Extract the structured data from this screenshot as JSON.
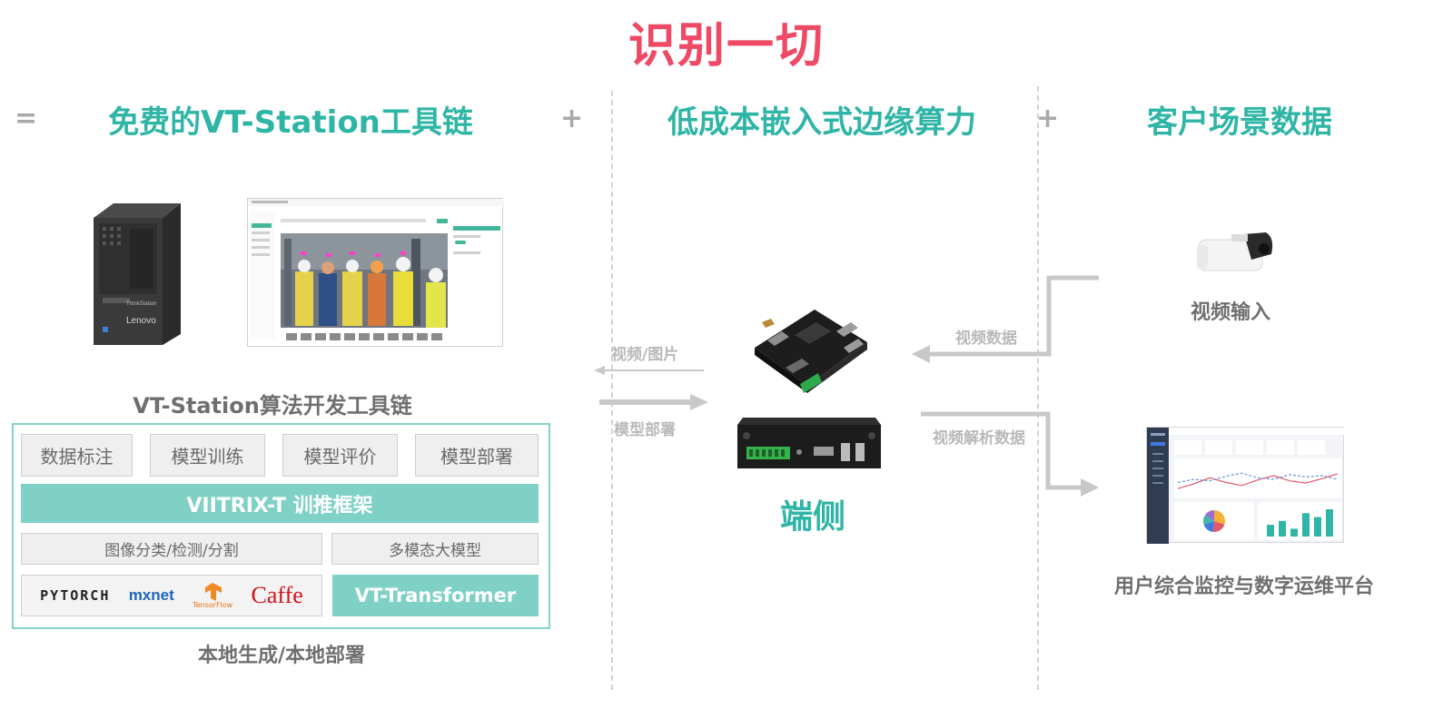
{
  "title": "识别一切",
  "symbols": {
    "equals": "=",
    "plus": "+"
  },
  "sections": {
    "left": "免费的VT-Station工具链",
    "middle": "低成本嵌入式边缘算力",
    "right": "客户场景数据"
  },
  "left": {
    "pc_brand": "Lenovo",
    "pc_model": "ThinkStation",
    "caption": "VT-Station算法开发工具链",
    "row1": [
      "数据标注",
      "模型训练",
      "模型评价",
      "模型部署"
    ],
    "framework": "VIITRIX-T 训推框架",
    "row3": [
      "图像分类/检测/分割",
      "多模态大模型"
    ],
    "logos": {
      "pytorch": "PYTORCH",
      "mxnet": "mxnet",
      "tensorflow": "TensorFlow",
      "caffe": "Caffe"
    },
    "vt_transformer": "VT-Transformer",
    "bottom_caption": "本地生成/本地部署"
  },
  "middle": {
    "arrow_left_label": "视频/图片",
    "arrow_right_label": "模型部署",
    "device_label": "端侧"
  },
  "right": {
    "camera_label": "视频输入",
    "video_data_label": "视频数据",
    "analysis_data_label": "视频解析数据",
    "platform_label": "用户综合监控与数字运维平台"
  },
  "colors": {
    "title": "#ee4a66",
    "teal": "#2fb5a6",
    "teal_light": "#7fd1c6",
    "gray": "#6f6f6f"
  },
  "chart_data": {
    "type": "line",
    "series": [
      {
        "values": [
          20,
          35,
          55,
          40,
          30,
          48,
          62,
          45,
          38,
          52,
          68
        ]
      },
      {
        "values": [
          40,
          50,
          45,
          60,
          70,
          55,
          50,
          65,
          58,
          62,
          50
        ]
      }
    ]
  },
  "chart_bars": {
    "type": "bar",
    "values": [
      3,
      4,
      2,
      6,
      5,
      7
    ]
  },
  "chart_pie": {
    "type": "pie",
    "values": [
      30,
      22,
      18,
      15,
      15
    ]
  }
}
